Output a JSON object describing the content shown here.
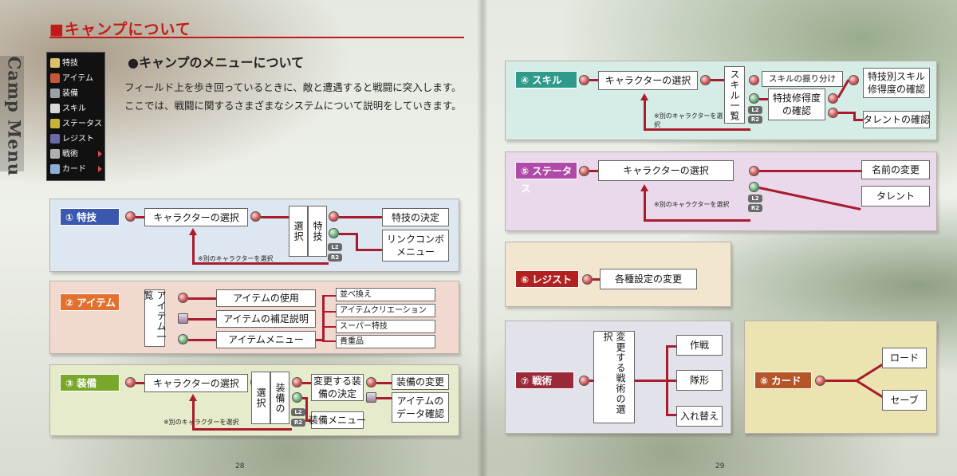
{
  "left_page": {
    "section_title": "■キャンプについて",
    "side_label": "Camp Menu",
    "camp_menu_items": [
      {
        "label": "特技",
        "icon": "sword-icon"
      },
      {
        "label": "アイテム",
        "icon": "bag-icon"
      },
      {
        "label": "装備",
        "icon": "armor-icon"
      },
      {
        "label": "スキル",
        "icon": "skill-icon"
      },
      {
        "label": "ステータス",
        "icon": "status-icon"
      },
      {
        "label": "レジスト",
        "icon": "resist-icon"
      },
      {
        "label": "戦術",
        "icon": "tactics-icon"
      },
      {
        "label": "カード",
        "icon": "card-icon"
      }
    ],
    "heading": "●キャンプのメニューについて",
    "intro": "フィールド上を歩き回っているときに、敵と遭遇すると戦闘に突入します。ここでは、戦闘に関するさまざまなシステムについて説明をしていきます。",
    "page_number": "28"
  },
  "right_page": {
    "page_number": "29"
  },
  "panels": {
    "tokugi": {
      "num": "①",
      "title": "特技",
      "char_select": "キャラクターの選択",
      "select": "選択",
      "tokugi": "特技",
      "decide": "特技の決定",
      "link_combo": "リンクコンボメニュー",
      "note": "※別のキャラクターを選択",
      "l2": "L2",
      "r2": "R2"
    },
    "item": {
      "num": "②",
      "title": "アイテム",
      "list_label": "アイテム一覧",
      "use": "アイテムの使用",
      "info": "アイテムの補足説明",
      "menu": "アイテムメニュー",
      "sub": [
        "並べ換え",
        "アイテムクリエーション",
        "スーパー特技",
        "貴重品"
      ]
    },
    "equip": {
      "num": "③",
      "title": "装備",
      "char_select": "キャラクターの選択",
      "select": "選択",
      "equip_of": "装備の",
      "decide": "変更する装備の決定",
      "change": "装備の変更",
      "data_check": "アイテムのデータ確認",
      "equip_menu": "装備メニュー",
      "note": "※別のキャラクターを選択",
      "l2": "L2",
      "r2": "R2"
    },
    "skill": {
      "num": "④",
      "title": "スキル",
      "char_select": "キャラクターの選択",
      "skill_list": "スキル一覧",
      "distribute": "スキルの振り分け",
      "mastery": "特技修得度の確認",
      "by_tokugi": "特技別スキル修得度の確認",
      "talent": "タレントの確認",
      "note": "※別のキャラクターを選択",
      "l2": "L2",
      "r2": "R2"
    },
    "status": {
      "num": "⑤",
      "title": "ステータス",
      "char_select": "キャラクターの選択",
      "name_change": "名前の変更",
      "talent": "タレント",
      "note": "※別のキャラクターを選択",
      "l2": "L2",
      "r2": "R2"
    },
    "resist": {
      "num": "⑥",
      "title": "レジスト",
      "settings": "各種設定の変更"
    },
    "tactics": {
      "num": "⑦",
      "title": "戦術",
      "select": "変更する戦術の選択",
      "strategy": "作戦",
      "formation": "隊形",
      "swap": "入れ替え"
    },
    "card": {
      "num": "⑧",
      "title": "カード",
      "load": "ロード",
      "save": "セーブ"
    }
  },
  "colors": {
    "accent_red": "#c21a1a",
    "line_red": "#a81c2e",
    "tokugi": "#3a58b0",
    "item": "#e2702e",
    "equip": "#78a72c",
    "skill": "#2f9a8a",
    "status": "#b04aa8",
    "resist": "#b22020",
    "tactics": "#9a2a3a",
    "card": "#b4562a"
  }
}
